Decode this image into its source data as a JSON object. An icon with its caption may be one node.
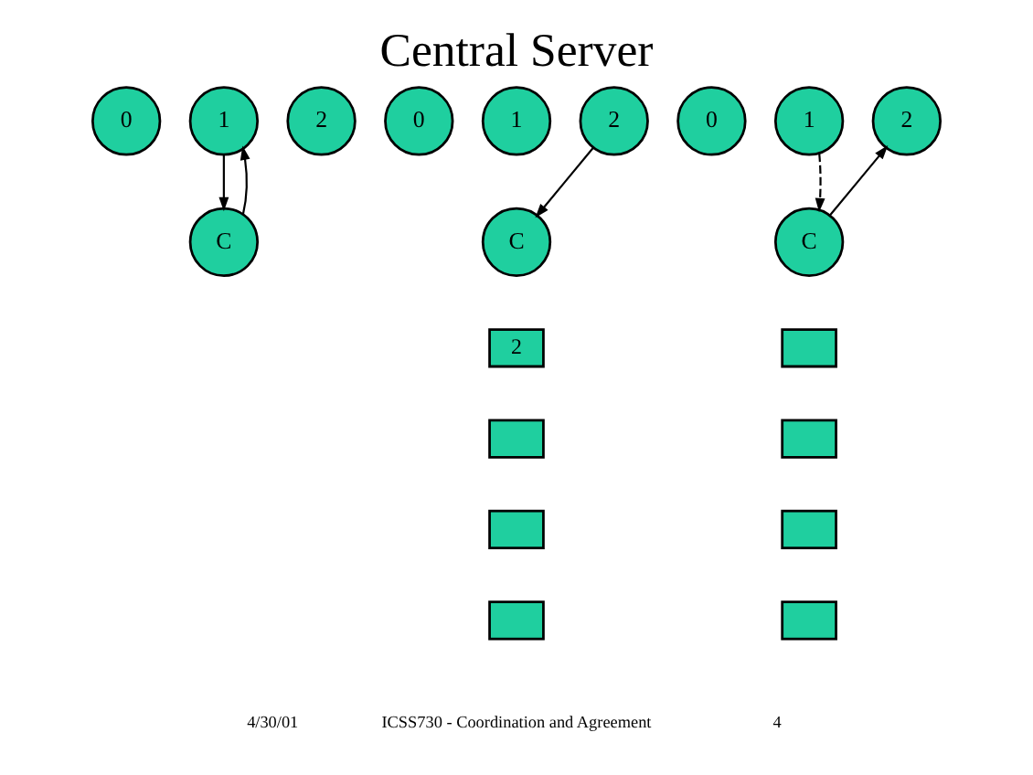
{
  "diagram": {
    "title": "Central Server",
    "nodes": [
      {
        "text": [
          "0"
        ]
      },
      {
        "text": [
          "1"
        ]
      },
      {
        "text": [
          "2"
        ]
      },
      {
        "text": [
          "C"
        ]
      },
      {
        "text": [
          "0"
        ]
      },
      {
        "text": [
          "1"
        ]
      },
      {
        "text": [
          "2"
        ]
      },
      {
        "text": [
          "C"
        ]
      },
      {
        "text": [
          "2"
        ]
      },
      {
        "text": [],
        "shape": "box"
      },
      {
        "text": [],
        "shape": "box"
      },
      {
        "text": [],
        "shape": "box"
      },
      {
        "text": [
          "0"
        ]
      },
      {
        "text": [
          "1"
        ]
      },
      {
        "text": [
          "2"
        ]
      },
      {
        "text": [
          "C"
        ]
      },
      {
        "text": [],
        "shape": "box"
      },
      {
        "text": [],
        "shape": "box"
      },
      {
        "text": [],
        "shape": "box"
      },
      {
        "text": [],
        "shape": "box"
      }
    ],
    "edges": [
      {
        "from": 1,
        "to": 3,
        "arrow": "to"
      },
      {
        "from": 3,
        "to": 1,
        "arrow": "to"
      },
      {
        "from": 6,
        "to": 7,
        "arrow": "to"
      },
      {
        "from": 13,
        "to": 15,
        "arrow": "to",
        "style": "dashed"
      },
      {
        "from": 15,
        "to": 14,
        "arrow": "to"
      }
    ],
    "labels": [
      "4/30/01",
      "ICSS730 - Coordination and Agreement",
      "4"
    ]
  }
}
